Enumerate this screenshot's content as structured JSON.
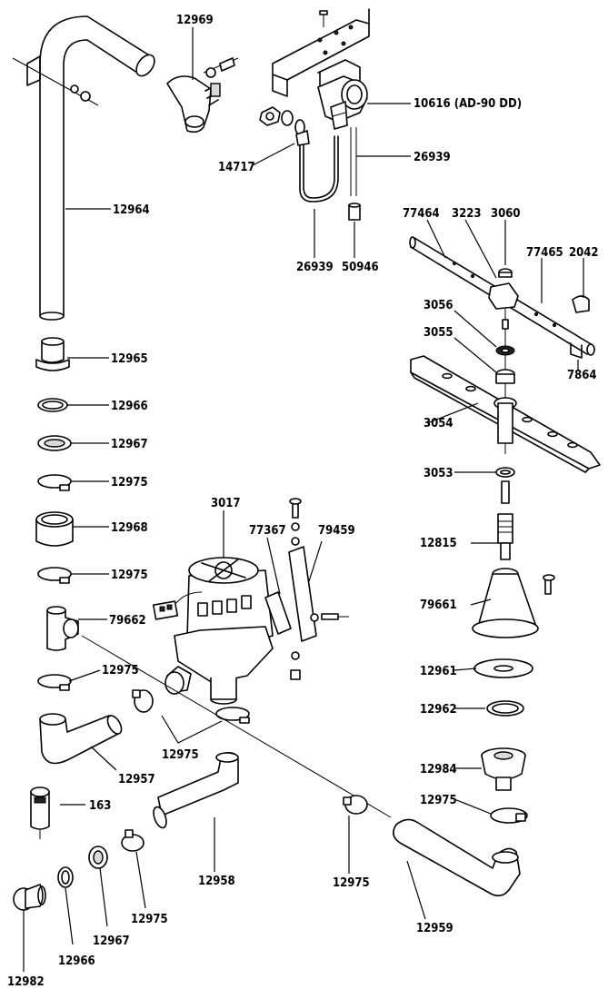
{
  "labels": {
    "p12969": "12969",
    "p10616": "10616 (AD-90 DD)",
    "p14717": "14717",
    "p26939a": "26939",
    "p26939b": "26939",
    "p50946": "50946",
    "p12964": "12964",
    "p77464": "77464",
    "p3223": "3223",
    "p3060": "3060",
    "p77465": "77465",
    "p2042": "2042",
    "p3056": "3056",
    "p3055": "3055",
    "p7864": "7864",
    "p3054": "3054",
    "p3053": "3053",
    "p12965": "12965",
    "p12966a": "12966",
    "p12967a": "12967",
    "p12975a": "12975",
    "p12968": "12968",
    "p12975b": "12975",
    "p79662": "79662",
    "p12975c": "12975",
    "p3017": "3017",
    "p77367": "77367",
    "p79459": "79459",
    "p12815": "12815",
    "p79661": "79661",
    "p12961": "12961",
    "p12962": "12962",
    "p12975d": "12975",
    "p12957": "12957",
    "p12984": "12984",
    "p163": "163",
    "p12975e": "12975",
    "p12958": "12958",
    "p12975f": "12975",
    "p12975g": "12975",
    "p12959": "12959",
    "p12982": "12982",
    "p12966b": "12966",
    "p12967b": "12967",
    "p12975h": "12975"
  }
}
